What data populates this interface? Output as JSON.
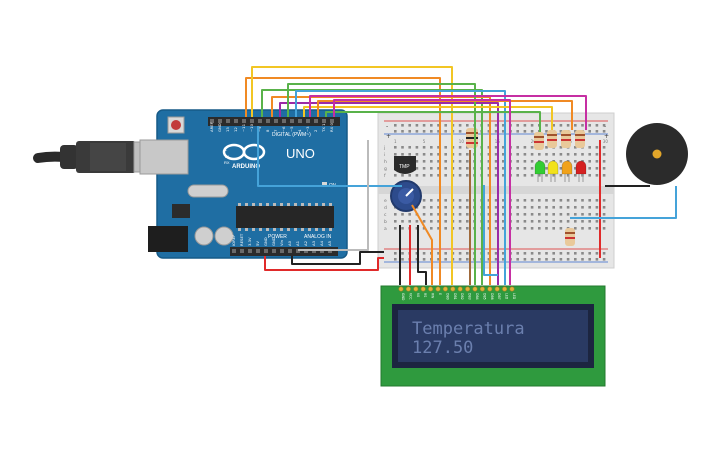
{
  "arduino": {
    "brand": "ARDUINO",
    "model": "UNO",
    "digital_header": "DIGITAL (PWM~)",
    "power_header": "POWER",
    "analog_header": "ANALOG IN",
    "pin_labels_top": [
      "AREF",
      "GND",
      "13",
      "12",
      "~11",
      "~10",
      "~9",
      "8",
      "7",
      "~6",
      "~5",
      "4",
      "~3",
      "2",
      "TX 1",
      "RX 0"
    ],
    "pin_labels_bottom": [
      "IOREF",
      "RESET",
      "3.3V",
      "5V",
      "GND",
      "GND",
      "Vin",
      "A0",
      "A1",
      "A2",
      "A3",
      "A4",
      "A5"
    ],
    "on_label": "ON",
    "led_labels": [
      "L",
      "TX",
      "RX"
    ],
    "colors": {
      "board": "#1f6ea3",
      "header": "#2b2b2b",
      "chip": "#262626"
    }
  },
  "sensor": {
    "label": "TMP"
  },
  "breadboard": {
    "column_numbers": [
      "1",
      "5",
      "10",
      "15",
      "20",
      "25",
      "30"
    ],
    "row_letters_top": [
      "j",
      "i",
      "h",
      "g",
      "f"
    ],
    "row_letters_bottom": [
      "e",
      "d",
      "c",
      "b",
      "a"
    ],
    "rail_signs": [
      "+",
      "-"
    ]
  },
  "lcd": {
    "line1": "Temperatura",
    "line2": "127.50",
    "pin_labels": [
      "GND",
      "VCC",
      "V0",
      "RS",
      "RW",
      "E",
      "DB0",
      "DB1",
      "DB2",
      "DB3",
      "DB4",
      "DB5",
      "DB6",
      "DB7",
      "LED",
      "LED"
    ],
    "colors": {
      "pcb": "#2f9a3e",
      "screen": "#2a3a63",
      "text": "#6b7fae"
    }
  },
  "leds": {
    "colors": [
      "#33cc33",
      "#f2e21b",
      "#f0a21b",
      "#d42121"
    ]
  },
  "wire_colors": {
    "yellow": "#f2c624",
    "orange": "#f08a24",
    "green": "#59b24a",
    "purple": "#9b2ba6",
    "magenta": "#c62fa3",
    "blue": "#45a3d9",
    "red": "#e02a2a",
    "black": "#222222",
    "brown": "#a06a3b",
    "grey": "#bbbbbb"
  }
}
